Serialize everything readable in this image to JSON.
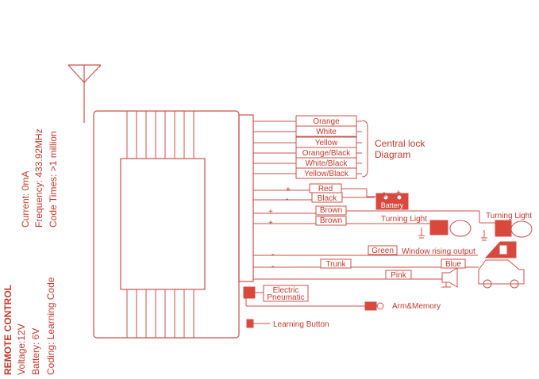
{
  "remote": {
    "title": "REMOTE CONTROL",
    "voltage": "Voltage:12V",
    "battery": "Battery: 6V",
    "coding": "Coding: Learning Code"
  },
  "specs": {
    "current": "Current: 0mA",
    "frequency": "Frequency: 433.92MHz",
    "code_times": "Code Times: >1 million"
  },
  "central_lock": {
    "title_line1": "Central lock",
    "title_line2": "Diagram",
    "wires": [
      "Orange",
      "White",
      "Yellow",
      "Orange/Black",
      "White/Black",
      "Yellow/Black"
    ]
  },
  "wires": {
    "red": "Red",
    "black": "Black",
    "brown1": "Brown",
    "brown2": "Brown",
    "green": "Green",
    "trunk": "Trunk",
    "blue": "Blue",
    "pink": "Pink"
  },
  "labels": {
    "battery": "Battery",
    "turning_light_1": "Turning Light",
    "turning_light_2": "Turning Light",
    "window_output": "Window rising output",
    "electric": "Electric",
    "pneumatic": "Pneumatic",
    "arm_memory": "Arm&Memory",
    "learning_button": "Learning Button"
  },
  "polarity": {
    "red_plus": "+",
    "black_minus": "-",
    "brown1_plus": "+",
    "brown2_plus": "+",
    "green_minus": "-",
    "trunk_minus": "-",
    "battery_plus": "+",
    "battery_minus": "-"
  },
  "colors": {
    "line": "#c9524a",
    "text": "#c0392b",
    "fill": "#d9483b"
  }
}
